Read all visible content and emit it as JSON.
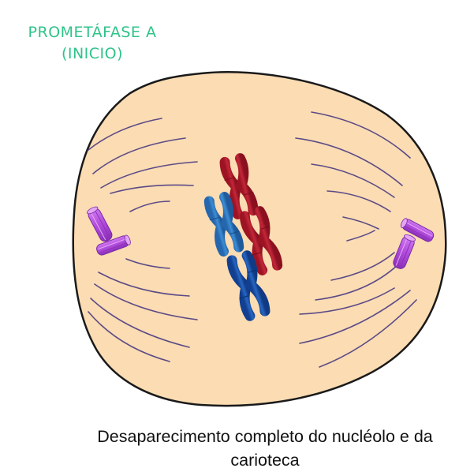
{
  "title": {
    "line1": "PROMETÁFASE A",
    "line2": "(INICIO)"
  },
  "caption": {
    "line1": "Desaparecimento completo do nucléolo e da",
    "line2": "carioteca"
  },
  "colors": {
    "title": "#2fc38a",
    "cell_fill": "#fbdcb3",
    "cell_outline": "#1a1a1a",
    "spindle_fibers": "#5b4a86",
    "centrioles": "#b04adb",
    "chromosome_red": "#b8212f",
    "chromosome_blue_light": "#2f7dc6",
    "chromosome_blue_dark": "#1d58b0"
  }
}
